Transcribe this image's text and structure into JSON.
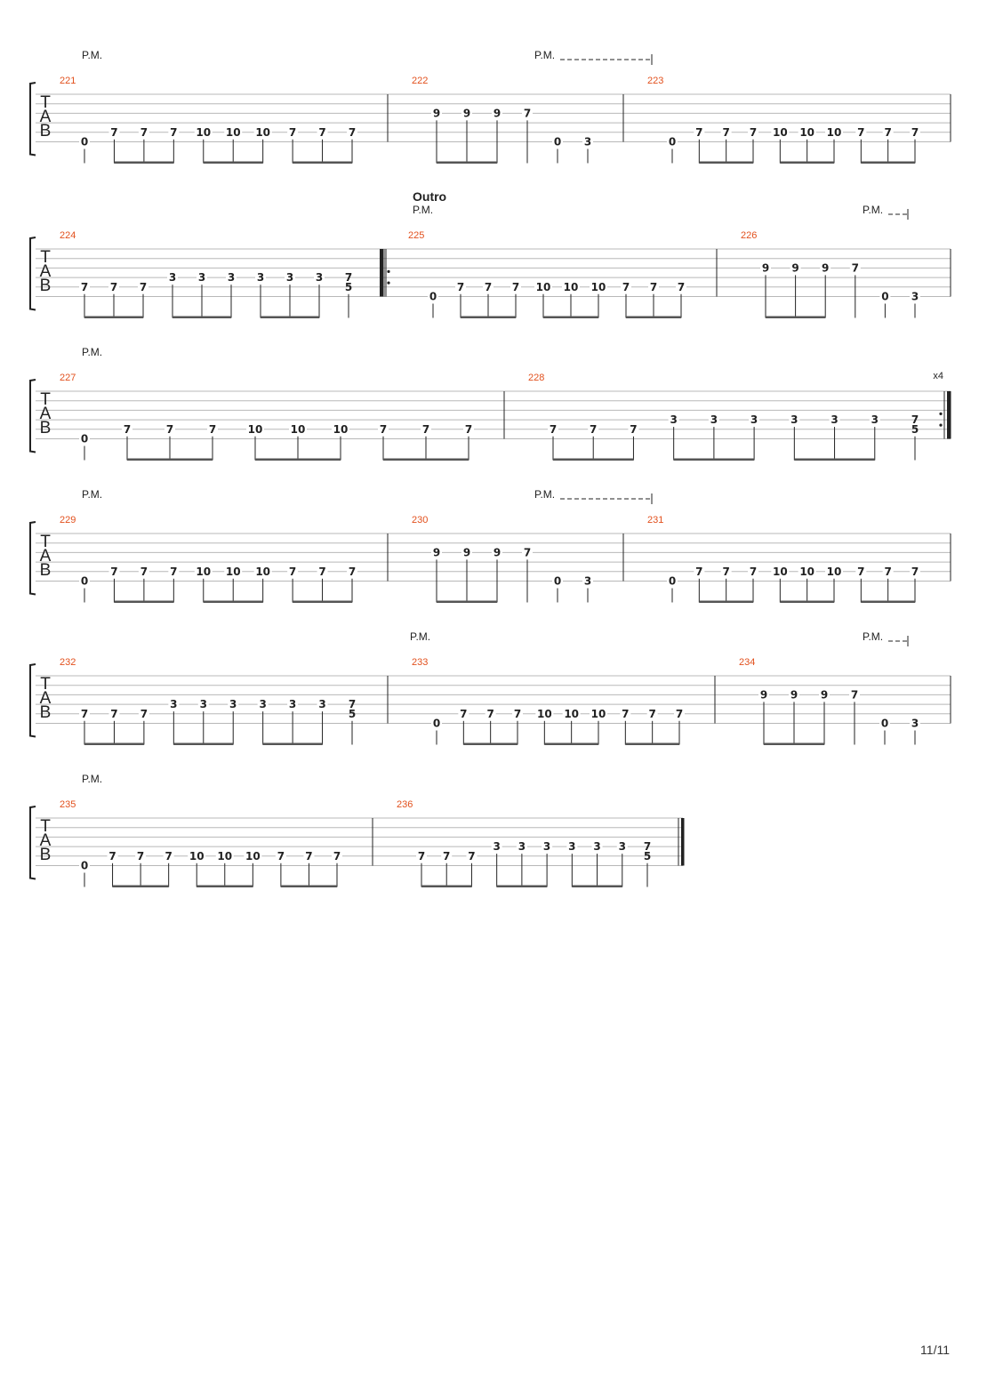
{
  "page_number": "11/11",
  "section_label": "Outro",
  "palm_mute_label": "P.M.",
  "tab_clef": [
    "T",
    "A",
    "B"
  ],
  "repeat_count": "x4",
  "colors": {
    "measure_number": "#e2501d",
    "ink": "#222222",
    "staff_line": "#b8b8b8"
  },
  "systems": [
    {
      "pm_marks": [
        {
          "measure": 0,
          "dashed": false
        },
        {
          "measure": 1,
          "dashed": true
        }
      ],
      "measures": [
        {
          "number": "221",
          "notes": [
            [
              "B",
              "0"
            ],
            [
              "A",
              "7"
            ],
            [
              "A",
              "7"
            ],
            [
              "A",
              "7"
            ],
            [
              "A",
              "10"
            ],
            [
              "A",
              "10"
            ],
            [
              "A",
              "10"
            ],
            [
              "A",
              "7"
            ],
            [
              "A",
              "7"
            ],
            [
              "A",
              "7"
            ]
          ],
          "beams": [
            [
              1,
              3
            ],
            [
              4,
              6
            ],
            [
              7,
              9
            ]
          ]
        },
        {
          "number": "222",
          "notes": [
            [
              "G",
              "9"
            ],
            [
              "G",
              "9"
            ],
            [
              "G",
              "9"
            ],
            [
              "G",
              "7"
            ],
            [
              "B",
              "0"
            ],
            [
              "B",
              "3"
            ]
          ],
          "beams": [
            [
              0,
              2
            ]
          ]
        },
        {
          "number": "223",
          "notes": [
            [
              "B",
              "0"
            ],
            [
              "A",
              "7"
            ],
            [
              "A",
              "7"
            ],
            [
              "A",
              "7"
            ],
            [
              "A",
              "10"
            ],
            [
              "A",
              "10"
            ],
            [
              "A",
              "10"
            ],
            [
              "A",
              "7"
            ],
            [
              "A",
              "7"
            ],
            [
              "A",
              "7"
            ]
          ],
          "beams": [
            [
              1,
              3
            ],
            [
              4,
              6
            ],
            [
              7,
              9
            ]
          ]
        }
      ]
    },
    {
      "pm_marks": [
        {
          "measure": 1,
          "dashed": false
        },
        {
          "measure": 2,
          "dashed": true
        }
      ],
      "section_at": 1,
      "measures": [
        {
          "number": "224",
          "notes": [
            [
              "A",
              "7"
            ],
            [
              "A",
              "7"
            ],
            [
              "A",
              "7"
            ],
            [
              "D",
              "3"
            ],
            [
              "D",
              "3"
            ],
            [
              "D",
              "3"
            ],
            [
              "D",
              "3"
            ],
            [
              "D",
              "3"
            ],
            [
              "D",
              "3"
            ],
            [
              "DA",
              "7|5"
            ]
          ],
          "beams": [
            [
              0,
              2
            ],
            [
              3,
              5
            ],
            [
              6,
              8
            ]
          ],
          "end_bar": "repeat-start"
        },
        {
          "number": "225",
          "notes": [
            [
              "B",
              "0"
            ],
            [
              "A",
              "7"
            ],
            [
              "A",
              "7"
            ],
            [
              "A",
              "7"
            ],
            [
              "A",
              "10"
            ],
            [
              "A",
              "10"
            ],
            [
              "A",
              "10"
            ],
            [
              "A",
              "7"
            ],
            [
              "A",
              "7"
            ],
            [
              "A",
              "7"
            ]
          ],
          "beams": [
            [
              1,
              3
            ],
            [
              4,
              6
            ],
            [
              7,
              9
            ]
          ]
        },
        {
          "number": "226",
          "notes": [
            [
              "G",
              "9"
            ],
            [
              "G",
              "9"
            ],
            [
              "G",
              "9"
            ],
            [
              "G",
              "7"
            ],
            [
              "B",
              "0"
            ],
            [
              "B",
              "3"
            ]
          ],
          "beams": [
            [
              0,
              2
            ]
          ]
        }
      ]
    },
    {
      "pm_marks": [
        {
          "measure": 0,
          "dashed": false
        }
      ],
      "measures": [
        {
          "number": "227",
          "notes": [
            [
              "B",
              "0"
            ],
            [
              "A",
              "7"
            ],
            [
              "A",
              "7"
            ],
            [
              "A",
              "7"
            ],
            [
              "A",
              "10"
            ],
            [
              "A",
              "10"
            ],
            [
              "A",
              "10"
            ],
            [
              "A",
              "7"
            ],
            [
              "A",
              "7"
            ],
            [
              "A",
              "7"
            ]
          ],
          "beams": [
            [
              1,
              3
            ],
            [
              4,
              6
            ],
            [
              7,
              9
            ]
          ]
        },
        {
          "number": "228",
          "notes": [
            [
              "A",
              "7"
            ],
            [
              "A",
              "7"
            ],
            [
              "A",
              "7"
            ],
            [
              "D",
              "3"
            ],
            [
              "D",
              "3"
            ],
            [
              "D",
              "3"
            ],
            [
              "D",
              "3"
            ],
            [
              "D",
              "3"
            ],
            [
              "D",
              "3"
            ],
            [
              "DA",
              "7|5"
            ]
          ],
          "beams": [
            [
              0,
              2
            ],
            [
              3,
              5
            ],
            [
              6,
              8
            ]
          ],
          "end_bar": "repeat-end"
        }
      ]
    },
    {
      "pm_marks": [
        {
          "measure": 0,
          "dashed": false
        },
        {
          "measure": 1,
          "dashed": true
        }
      ],
      "measures": [
        {
          "number": "229",
          "notes": [
            [
              "B",
              "0"
            ],
            [
              "A",
              "7"
            ],
            [
              "A",
              "7"
            ],
            [
              "A",
              "7"
            ],
            [
              "A",
              "10"
            ],
            [
              "A",
              "10"
            ],
            [
              "A",
              "10"
            ],
            [
              "A",
              "7"
            ],
            [
              "A",
              "7"
            ],
            [
              "A",
              "7"
            ]
          ],
          "beams": [
            [
              1,
              3
            ],
            [
              4,
              6
            ],
            [
              7,
              9
            ]
          ]
        },
        {
          "number": "230",
          "notes": [
            [
              "G",
              "9"
            ],
            [
              "G",
              "9"
            ],
            [
              "G",
              "9"
            ],
            [
              "G",
              "7"
            ],
            [
              "B",
              "0"
            ],
            [
              "B",
              "3"
            ]
          ],
          "beams": [
            [
              0,
              2
            ]
          ]
        },
        {
          "number": "231",
          "notes": [
            [
              "B",
              "0"
            ],
            [
              "A",
              "7"
            ],
            [
              "A",
              "7"
            ],
            [
              "A",
              "7"
            ],
            [
              "A",
              "10"
            ],
            [
              "A",
              "10"
            ],
            [
              "A",
              "10"
            ],
            [
              "A",
              "7"
            ],
            [
              "A",
              "7"
            ],
            [
              "A",
              "7"
            ]
          ],
          "beams": [
            [
              1,
              3
            ],
            [
              4,
              6
            ],
            [
              7,
              9
            ]
          ]
        }
      ]
    },
    {
      "pm_marks": [
        {
          "measure": 1,
          "dashed": false
        },
        {
          "measure": 2,
          "dashed": true
        }
      ],
      "measures": [
        {
          "number": "232",
          "notes": [
            [
              "A",
              "7"
            ],
            [
              "A",
              "7"
            ],
            [
              "A",
              "7"
            ],
            [
              "D",
              "3"
            ],
            [
              "D",
              "3"
            ],
            [
              "D",
              "3"
            ],
            [
              "D",
              "3"
            ],
            [
              "D",
              "3"
            ],
            [
              "D",
              "3"
            ],
            [
              "DA",
              "7|5"
            ]
          ],
          "beams": [
            [
              0,
              2
            ],
            [
              3,
              5
            ],
            [
              6,
              8
            ]
          ]
        },
        {
          "number": "233",
          "notes": [
            [
              "B",
              "0"
            ],
            [
              "A",
              "7"
            ],
            [
              "A",
              "7"
            ],
            [
              "A",
              "7"
            ],
            [
              "A",
              "10"
            ],
            [
              "A",
              "10"
            ],
            [
              "A",
              "10"
            ],
            [
              "A",
              "7"
            ],
            [
              "A",
              "7"
            ],
            [
              "A",
              "7"
            ]
          ],
          "beams": [
            [
              1,
              3
            ],
            [
              4,
              6
            ],
            [
              7,
              9
            ]
          ]
        },
        {
          "number": "234",
          "notes": [
            [
              "G",
              "9"
            ],
            [
              "G",
              "9"
            ],
            [
              "G",
              "9"
            ],
            [
              "G",
              "7"
            ],
            [
              "B",
              "0"
            ],
            [
              "B",
              "3"
            ]
          ],
          "beams": [
            [
              0,
              2
            ]
          ]
        }
      ]
    },
    {
      "pm_marks": [
        {
          "measure": 0,
          "dashed": false
        }
      ],
      "measures": [
        {
          "number": "235",
          "notes": [
            [
              "B",
              "0"
            ],
            [
              "A",
              "7"
            ],
            [
              "A",
              "7"
            ],
            [
              "A",
              "7"
            ],
            [
              "A",
              "10"
            ],
            [
              "A",
              "10"
            ],
            [
              "A",
              "10"
            ],
            [
              "A",
              "7"
            ],
            [
              "A",
              "7"
            ],
            [
              "A",
              "7"
            ]
          ],
          "beams": [
            [
              1,
              3
            ],
            [
              4,
              6
            ],
            [
              7,
              9
            ]
          ]
        },
        {
          "number": "236",
          "notes": [
            [
              "A",
              "7"
            ],
            [
              "A",
              "7"
            ],
            [
              "A",
              "7"
            ],
            [
              "D",
              "3"
            ],
            [
              "D",
              "3"
            ],
            [
              "D",
              "3"
            ],
            [
              "D",
              "3"
            ],
            [
              "D",
              "3"
            ],
            [
              "D",
              "3"
            ],
            [
              "DA",
              "7|5"
            ]
          ],
          "beams": [
            [
              0,
              2
            ],
            [
              3,
              5
            ],
            [
              6,
              8
            ]
          ],
          "end_bar": "final"
        }
      ]
    }
  ]
}
